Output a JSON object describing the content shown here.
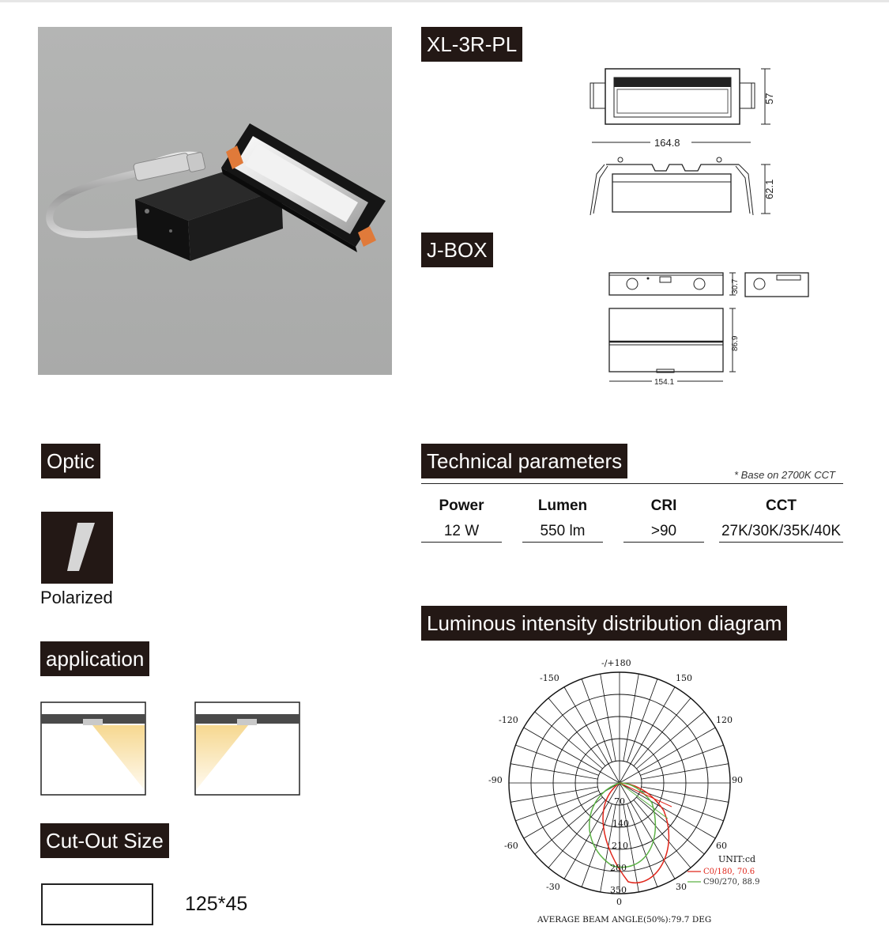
{
  "product": {
    "model_label": "XL-3R-PL",
    "jbox_label": "J-BOX",
    "dims_fixture": {
      "width": "164.8",
      "depth": "57",
      "height": "62.1"
    },
    "dims_jbox": {
      "height_top": "30.7",
      "height_side": "86.9",
      "length": "154.1"
    }
  },
  "optic": {
    "heading": "Optic",
    "type_label": "Polarized"
  },
  "application": {
    "heading": "application"
  },
  "cutout": {
    "heading": "Cut-Out Size",
    "size": "125*45"
  },
  "tech": {
    "heading": "Technical parameters",
    "note": "* Base on 2700K CCT",
    "columns": [
      "Power",
      "Lumen",
      "CRI",
      "CCT"
    ],
    "values": [
      "12 W",
      "550 lm",
      ">90",
      "27K/30K/35K/40K"
    ]
  },
  "polar": {
    "heading": "Luminous intensity distribution diagram",
    "angle_labels": {
      "top": "-/+180",
      "m150": "-150",
      "p150": "150",
      "m120": "-120",
      "p120": "120",
      "m90": "-90",
      "p90": "90",
      "m60": "-60",
      "p60": "60",
      "m30": "-30",
      "p30": "30",
      "bottom": "0"
    },
    "radial_labels": [
      "70",
      "140",
      "210",
      "280",
      "350"
    ],
    "unit": "UNIT:cd",
    "legend": [
      {
        "name": "C0/180, 70.6",
        "color": "#e0261b"
      },
      {
        "name": "C90/270, 88.9",
        "color": "#5cb245"
      }
    ],
    "beam_angle": "AVERAGE BEAM ANGLE(50%):79.7 DEG"
  },
  "colors": {
    "label_bg": "#231815",
    "photo_bg": "#b0b1b0",
    "beam": "#f6d890",
    "accent_orange": "#e07a3a"
  }
}
